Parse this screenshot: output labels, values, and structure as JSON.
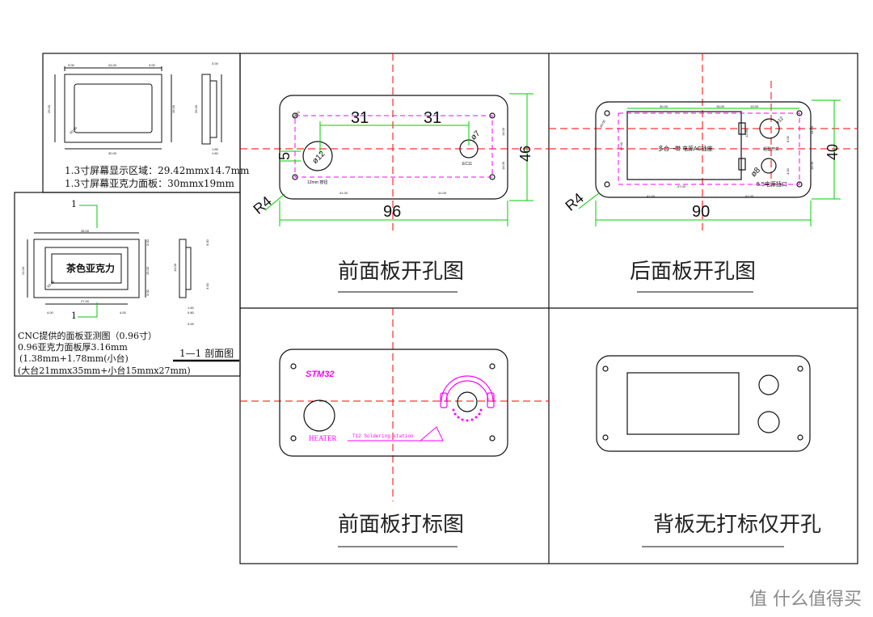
{
  "top_left": {
    "screen_area_note": "1.3寸屏幕显示区域：29.42mmx14.7mm",
    "acrylic_note": "1.3寸屏幕亚克力面板：30mmx19mm",
    "dims": {
      "d_3": "3.00",
      "d_24": "24.00",
      "d_30": "30.00",
      "d_19": "19.00",
      "d_29": "29.00",
      "d_1_85": "1.85",
      "d_1_60": "1.60",
      "r": "R2.00"
    }
  },
  "mid_left": {
    "marker": "1",
    "marker2": "1",
    "acrylic_label": "茶色亚克力",
    "dims": {
      "d_35": "35.00",
      "d_27": "27.00",
      "d_4a": "4.00",
      "d_4b": "4.00",
      "d_21": "21.00",
      "d_3": "3.00",
      "d_15": "15.00",
      "d_13": "13.00",
      "d_1_60": "1.60",
      "d_0_80": "0.80",
      "d_3b": "3.00",
      "r": "R2.00"
    },
    "section_label": "1—1 剖面图",
    "notes": [
      "CNC提供的面板亚测图（0.96寸）",
      "0.96亚克力面板厚3.16mm",
      "(1.38mm+1.78mm(小台)",
      "(大台21mmx35mm+小台15mmx27mm)"
    ]
  },
  "panels": [
    {
      "title": "前面板开孔图"
    },
    {
      "title": "后面板开孔图"
    },
    {
      "title": "前面板打标图"
    },
    {
      "title": "背板无打标仅开孔"
    }
  ],
  "front_drill": {
    "dim_31a": "31",
    "dim_31b": "31",
    "dim_5": "5",
    "dim_46": "46",
    "dim_96": "96",
    "radius": "R4",
    "dim_14a": "14.00",
    "dim_14b": "14.00",
    "dim_41a": "41.00",
    "dim_41b": "41.00",
    "hole_12": "ø12",
    "hole_7": "ø7",
    "hole_3": "ø3.00",
    "label_12mm": "12mm 按钮",
    "label_ec11": "EC11"
  },
  "back_drill": {
    "dim_90": "90",
    "dim_40": "40",
    "radius": "R4",
    "dim_30": "30.00",
    "dim_15": "15.00",
    "dim_13": "13.00",
    "dim_17": "17.00",
    "dim_47": "47.00",
    "dim_41a": "41.00",
    "dim_41b": "41.00",
    "dim_14a": "14.00",
    "dim_14b": "14.00",
    "dim_8": "8.00",
    "dim_12": "12.00",
    "dim_4": "4.00",
    "hole_3": "ø3.00",
    "hole_12": "ø12",
    "hole_8": "ø8",
    "label_screen": "多合一带 电源AC插座",
    "label_switch": "船型开关",
    "label_usb": "5.5电源插口"
  },
  "front_mark": {
    "logo": "STM32",
    "heater": "HEATER",
    "station": "T12 Soldering station"
  },
  "watermark": "值 什么值得买",
  "colors": {
    "outline": "#111111",
    "center_line": "#ff0000",
    "dim": "#00cc00",
    "guide": "#ff00ff"
  }
}
